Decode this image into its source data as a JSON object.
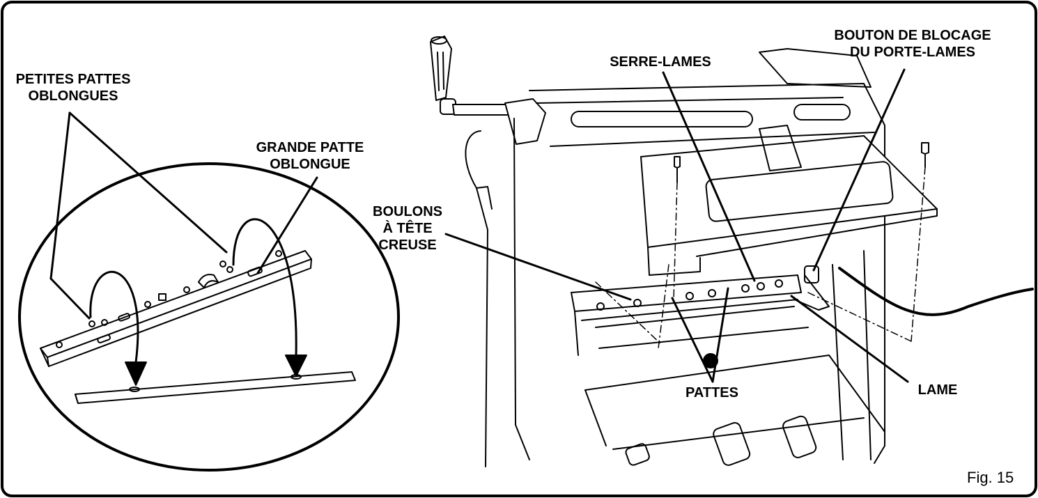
{
  "figure": {
    "number": "Fig. 15"
  },
  "callouts": {
    "small_tabs": [
      "PETITES PATTES",
      "OBLONGUES"
    ],
    "large_tab": [
      "GRANDE PATTE",
      "OBLONGUE"
    ],
    "blade_clamp": "SERRE-LAMES",
    "lock_knob": [
      "BOUTON DE BLOCAGE",
      "DU PORTE-LAMES"
    ],
    "bolts": [
      "BOULONS",
      "À TÊTE",
      "CREUSE"
    ],
    "tabs": "PATTES",
    "blade": "LAME"
  },
  "colors": {
    "line": "#000000",
    "background": "#ffffff"
  }
}
